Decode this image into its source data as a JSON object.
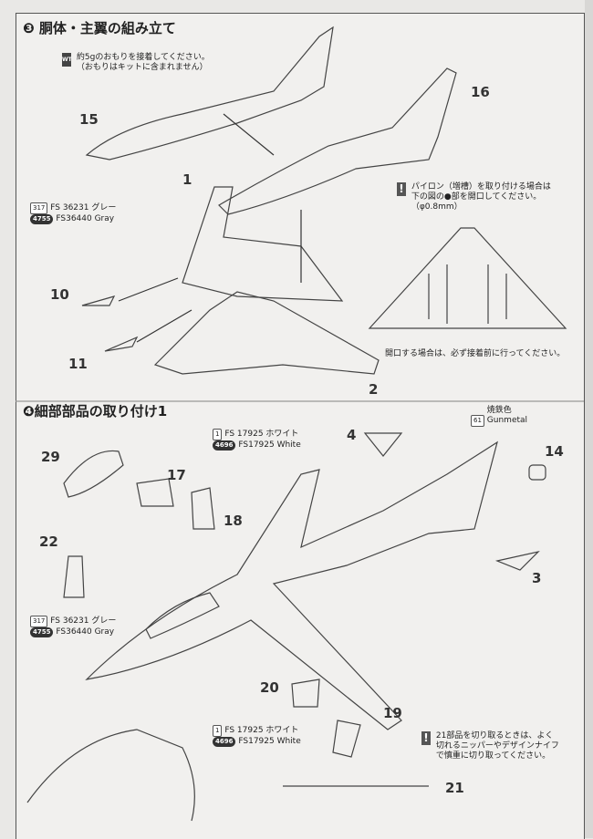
{
  "section3": {
    "title": "❸ 胴体・主翼の組み立て",
    "weight_note_1": "約5gのおもりを接着してください。",
    "weight_note_2": "（おもりはキットに含まれません）",
    "weight_icon_label": "WT",
    "paint": {
      "code": "317",
      "pill": "4755",
      "line1": "FS 36231 グレー",
      "line2": "FS36440 Gray"
    },
    "pylon_note_1": "パイロン（増槽）を取り付ける場合は",
    "pylon_note_2": "下の図の●部を開口してください。",
    "pylon_note_3": "（φ0.8mm）",
    "pylon_note_4": "開口する場合は、必ず接着前に行ってください。",
    "parts": [
      "15",
      "16",
      "1",
      "10",
      "11",
      "2"
    ]
  },
  "section4": {
    "title": "❹細部部品の取り付け1",
    "white_paint_a": {
      "code": "1",
      "pill": "4696",
      "line1": "FS 17925 ホワイト",
      "line2": "FS17925 White"
    },
    "white_paint_b": {
      "code": "1",
      "pill": "4696",
      "line1": "FS 17925 ホワイト",
      "line2": "FS17925 White"
    },
    "gray_paint": {
      "code": "317",
      "pill": "4755",
      "line1": "FS 36231 グレー",
      "line2": "FS36440 Gray"
    },
    "gunmetal": {
      "code": "61",
      "line1": "焼鉄色",
      "line2": "Gunmetal"
    },
    "cut_note_1": "21部品を切り取るときは、よく",
    "cut_note_2": "切れるニッパーやデザインナイフ",
    "cut_note_3": "で慎重に切り取ってください。",
    "parts": [
      "29",
      "17",
      "18",
      "22",
      "4",
      "14",
      "3",
      "20",
      "19",
      "21"
    ]
  }
}
